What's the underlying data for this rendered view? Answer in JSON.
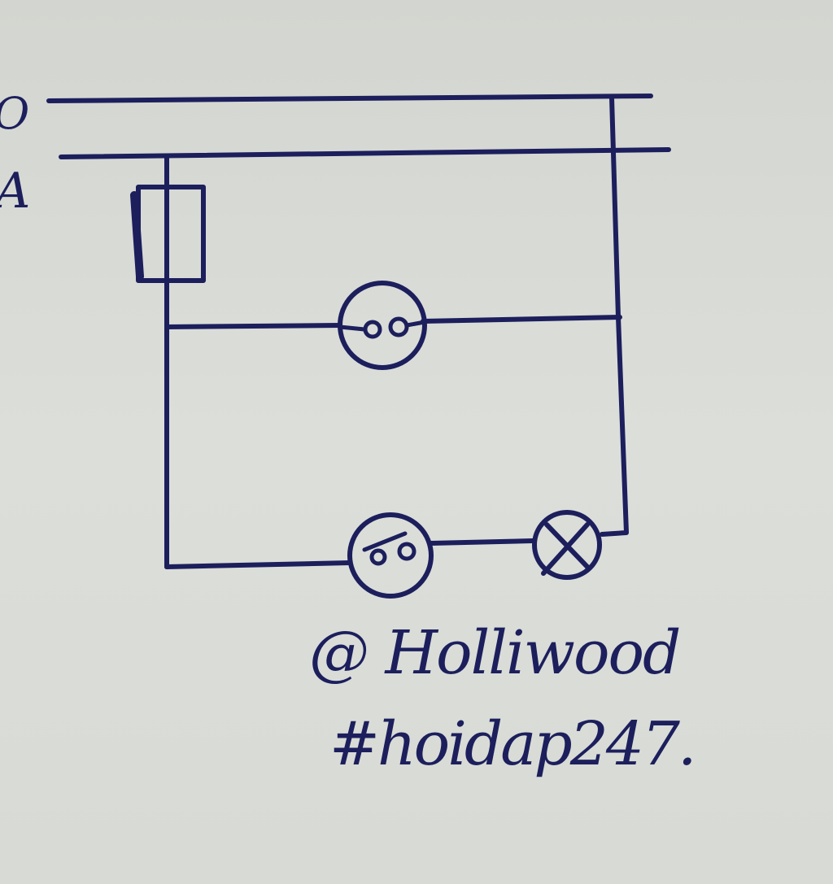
{
  "wire_labels": {
    "neutral": "O",
    "live": "A"
  },
  "components": {
    "fuse": "fuse-icon",
    "socket": "socket-icon",
    "switch": "switch-icon",
    "lamp": "lamp-icon"
  },
  "credit": {
    "line1": "@ Holliwood",
    "line2": "#hoidap247."
  },
  "colors": {
    "ink": "#1c1f5c",
    "paper": "#d6d8d3"
  }
}
